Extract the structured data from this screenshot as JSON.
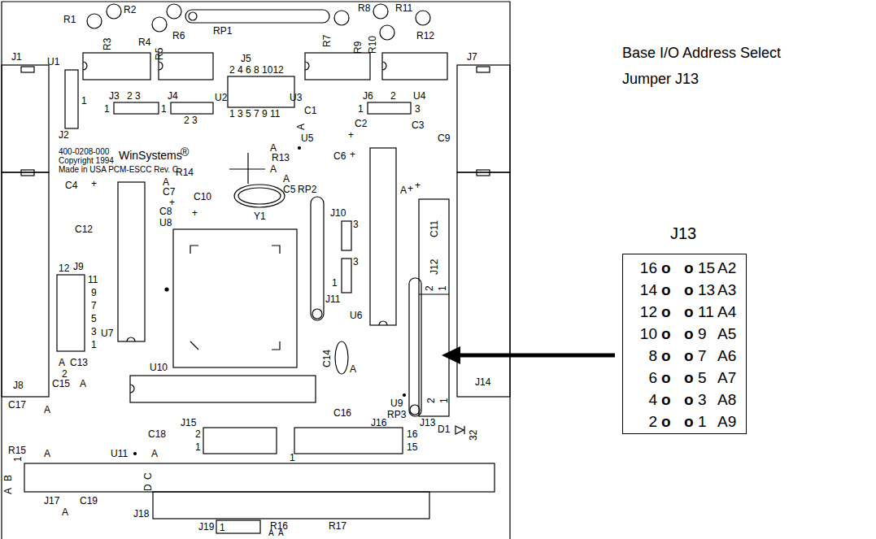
{
  "diagram": {
    "title": "Base I/O Address Select Jumper J13",
    "nodes": [
      {
        "text": [
          "J13",
          "16",
          "o",
          "o",
          "15",
          "A2",
          "14",
          "o",
          "o",
          "13",
          "A3",
          "12",
          "o",
          "o",
          "11",
          "A4",
          "10",
          "o",
          "o",
          "9",
          "A5",
          "8",
          "o",
          "o",
          "7",
          "A6",
          "6",
          "o",
          "o",
          "5",
          "A7",
          "4",
          "o",
          "o",
          "3",
          "A8",
          "2",
          "o",
          "o",
          "1",
          "A9"
        ]
      }
    ],
    "labels": [
      "R1",
      "R2",
      "R3",
      "R4",
      "R5",
      "R6",
      "RP1",
      "R7",
      "R8",
      "R9",
      "R10",
      "R11",
      "R12",
      "J5",
      "2 4 6 8 1012",
      "1 3 5 7 9 11",
      "J1",
      "J7",
      "U1",
      "1",
      "J2",
      "J3",
      "2 3",
      "1",
      "J4",
      "2 3",
      "1",
      "U2",
      "U3",
      "C1",
      "J6",
      "2",
      "U4",
      "1",
      "3",
      "C2",
      "+",
      "C3",
      "C9",
      "A",
      "U5",
      "400-0208-000",
      "Copyright 1994",
      "WinSystems",
      "®",
      "Made in USA PCM-ESCC Rev. C",
      "R14",
      "C4",
      "+",
      "A",
      "R13",
      "C6",
      "+",
      "A",
      "A",
      "C7",
      "A",
      "C5",
      "RP2",
      "A",
      "+",
      "+",
      "C10",
      "Y1",
      "C8",
      "+",
      "+",
      "U8",
      "C12",
      "J10",
      "3",
      "3",
      "1",
      "J11",
      "C11",
      "J12",
      "2",
      "1",
      "U6",
      "12",
      "J9",
      "11",
      "9",
      "7",
      "5",
      "3",
      "1",
      "A",
      "C13",
      "U7",
      "U10",
      "C14",
      "A",
      "2",
      "C15",
      "A",
      "J8",
      "U9",
      "RP3",
      "2",
      "1",
      "J13",
      "J14",
      "D1",
      "32",
      "C17",
      "A",
      "C16",
      "J15",
      "2",
      "1",
      "J16",
      "16",
      "15",
      "C18",
      "R15",
      "A",
      "U11",
      "A",
      "1",
      "1",
      "B",
      "A",
      "C",
      "D",
      "J17",
      "C19",
      "A",
      "J18",
      "J19",
      "1",
      "R16",
      "A",
      "A",
      "R17"
    ]
  }
}
